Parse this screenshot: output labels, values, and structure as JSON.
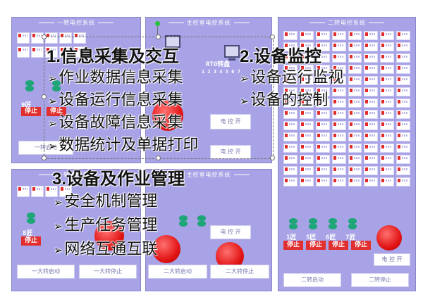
{
  "panels": {
    "left_top_title": "一转电控系统",
    "center_title": "主控室电控系统",
    "right_title": "二转电控系统",
    "left_bottom_title": "一转电控系统",
    "center_bottom_title": "主控室电控系统"
  },
  "controls": {
    "stop_label": "停止",
    "unit_9": "9匠",
    "unit_8": "8匠",
    "unit_row": [
      "1匠",
      "5匠",
      "6匠",
      "7匠"
    ],
    "rto_label": "RTO转盘",
    "num_row": "1 2 3 4 5 6 7",
    "elec_open": "电 控 开",
    "elec_open2": "电 控 开",
    "elec_open3": "电 控 开",
    "start_lbl_1": "一转启动",
    "start_lbl_2": "一大转启动",
    "stop_lbl_2": "一大转停止",
    "start_lbl_3": "二大转启动",
    "stop_lbl_3": "二大转停止",
    "start_lbl_4": "二转启动",
    "stop_lbl_4": "二转停止",
    "stop_lbl_5": "停止"
  },
  "overlay": {
    "section1": {
      "heading": "1.信息采集及交互",
      "items": [
        "作业数据信息采集",
        "设备运行信息采集",
        "设备故障信息采集",
        "数据统计及单据打印"
      ]
    },
    "section2": {
      "heading": "2.设备监控",
      "items": [
        "设备运行监视",
        "设备的控制"
      ]
    },
    "section3": {
      "heading": "3.设备及作业管理",
      "items": [
        "安全机制管理",
        "生产任务管理",
        "网络互通互联"
      ]
    },
    "bullet": "➢"
  },
  "colors": {
    "panel_bg": "#a7a3e6",
    "stop_red": "#e12e2e",
    "fan_green": "#1fa678",
    "text": "#111111"
  },
  "icons": [
    "fan-icon",
    "monitor-icon",
    "stop-button",
    "red-emergency-button"
  ]
}
